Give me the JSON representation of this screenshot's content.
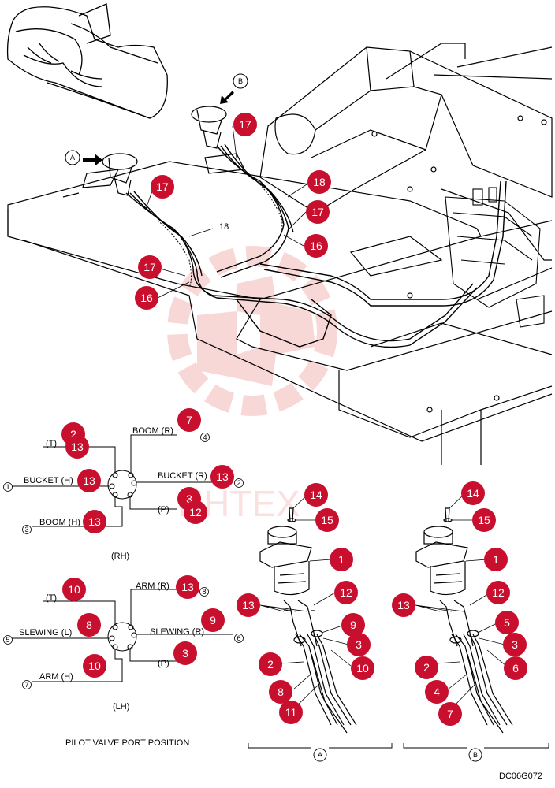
{
  "colors": {
    "badge": "#c8102e",
    "line": "#000000",
    "watermark": "#f4b8b8"
  },
  "watermark": {
    "text": "ИНТЕХ"
  },
  "callouts": {
    "c_17a": "17",
    "c_17b": "17",
    "c_18a": "18",
    "c_17c": "17",
    "c_16a": "16",
    "c_17d": "17",
    "c_16b": "16",
    "c_2rh": "2",
    "c_13rh_t": "13",
    "c_13rh_b": "13",
    "c_13rh_bm": "13",
    "c_7rh": "7",
    "c_13rh_bk": "13",
    "c_3rh": "3",
    "c_12rh": "12",
    "c_10lh": "10",
    "c_8lh": "8",
    "c_10lh_b": "10",
    "c_13lh_arm": "13",
    "c_9lh": "9",
    "c_3lh": "3",
    "c_14a": "14",
    "c_15a": "15",
    "c_1a": "1",
    "c_12a": "12",
    "c_13a": "13",
    "c_9a": "9",
    "c_3a": "3",
    "c_2a": "2",
    "c_10a": "10",
    "c_8a": "8",
    "c_11a": "11",
    "c_14b": "14",
    "c_15b": "15",
    "c_1b": "1",
    "c_12b": "12",
    "c_13b": "13",
    "c_5b": "5",
    "c_3b": "3",
    "c_2b": "2",
    "c_6b": "6",
    "c_4b": "4",
    "c_7b": "7"
  },
  "labels": {
    "view_a": "A",
    "view_b": "B",
    "hose_18": "18",
    "rh_t": "(T)",
    "rh_bucket_h": "BUCKET (H)",
    "rh_boom_h": "BOOM (H)",
    "rh_boom_r": "BOOM (R)",
    "rh_bucket_r": "BUCKET (R)",
    "rh_p": "(P)",
    "rh_title": "(RH)",
    "lh_t": "(T)",
    "lh_slewing_l": "SLEWING (L)",
    "lh_arm_h": "ARM (H)",
    "lh_arm_r": "ARM (R)",
    "lh_slewing_r": "SLEWING (R)",
    "lh_p": "(P)",
    "lh_title": "(LH)",
    "port_caption": "PILOT VALVE PORT POSITION",
    "group_a": "A",
    "group_b": "B",
    "drawing_code": "DC06G072"
  },
  "port_numbers": {
    "rh_1": "1",
    "rh_2": "2",
    "rh_3": "3",
    "rh_4": "4",
    "lh_5": "5",
    "lh_6": "6",
    "lh_7": "7",
    "lh_8": "8"
  }
}
